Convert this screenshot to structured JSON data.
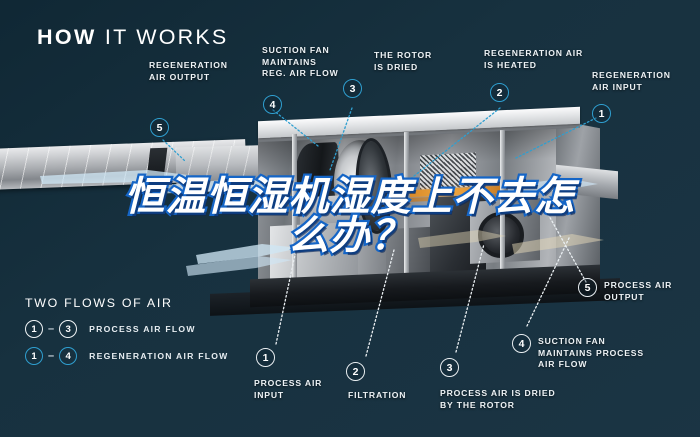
{
  "title": {
    "bold": "HOW",
    "rest": " IT WORKS"
  },
  "colors": {
    "background": "#17313f",
    "background_dark": "#0d2430",
    "accent_teal": "#2f9fd0",
    "text": "#eef3f6",
    "headline_fill": "#ffffff",
    "headline_stroke": "#1565c6",
    "heater_orange": "#f0a83c",
    "airflow_blue": "#cfe6f5"
  },
  "headline": {
    "line1": "恒温恒湿机湿度上不去怎",
    "line2": "么办？"
  },
  "callouts": [
    {
      "id": "regeneration-air-output",
      "number": "5",
      "badge_style": "teal",
      "lines": [
        "REGENERATION",
        "AIR OUTPUT"
      ]
    },
    {
      "id": "suction-fan-reg",
      "number": "4",
      "badge_style": "teal",
      "lines": [
        "SUCTION FAN",
        "MAINTAINS",
        "REG. AIR FLOW"
      ]
    },
    {
      "id": "rotor-is-dried",
      "number": "3",
      "badge_style": "teal",
      "lines": [
        "THE ROTOR",
        "IS DRIED"
      ]
    },
    {
      "id": "regeneration-air-heated",
      "number": "2",
      "badge_style": "teal",
      "lines": [
        "REGENERATION AIR",
        "IS HEATED"
      ]
    },
    {
      "id": "regeneration-air-input",
      "number": "1",
      "badge_style": "teal",
      "lines": [
        "REGENERATION",
        "AIR INPUT"
      ]
    },
    {
      "id": "process-air-output",
      "number": "5",
      "badge_style": "white",
      "lines": [
        "PROCESS AIR",
        "OUTPUT"
      ]
    },
    {
      "id": "suction-fan-process",
      "number": "4",
      "badge_style": "white",
      "lines": [
        "SUCTION FAN",
        "MAINTAINS PROCESS",
        "AIR FLOW"
      ]
    },
    {
      "id": "process-air-input",
      "number": "1",
      "badge_style": "white",
      "lines": [
        "PROCESS AIR",
        "INPUT"
      ]
    },
    {
      "id": "filtration",
      "number": "2",
      "badge_style": "white",
      "lines": [
        "FILTRATION"
      ]
    },
    {
      "id": "process-air-dried",
      "number": "3",
      "badge_style": "white",
      "lines": [
        "PROCESS AIR IS DRIED",
        "BY THE ROTOR"
      ]
    }
  ],
  "legend": {
    "title": "TWO FLOWS OF AIR",
    "rows": [
      {
        "from": "1",
        "dash": "–",
        "to": "3",
        "style": "white",
        "label": "PROCESS AIR FLOW"
      },
      {
        "from": "1",
        "dash": "–",
        "to": "4",
        "style": "teal",
        "label": "REGENERATION AIR FLOW"
      }
    ]
  }
}
